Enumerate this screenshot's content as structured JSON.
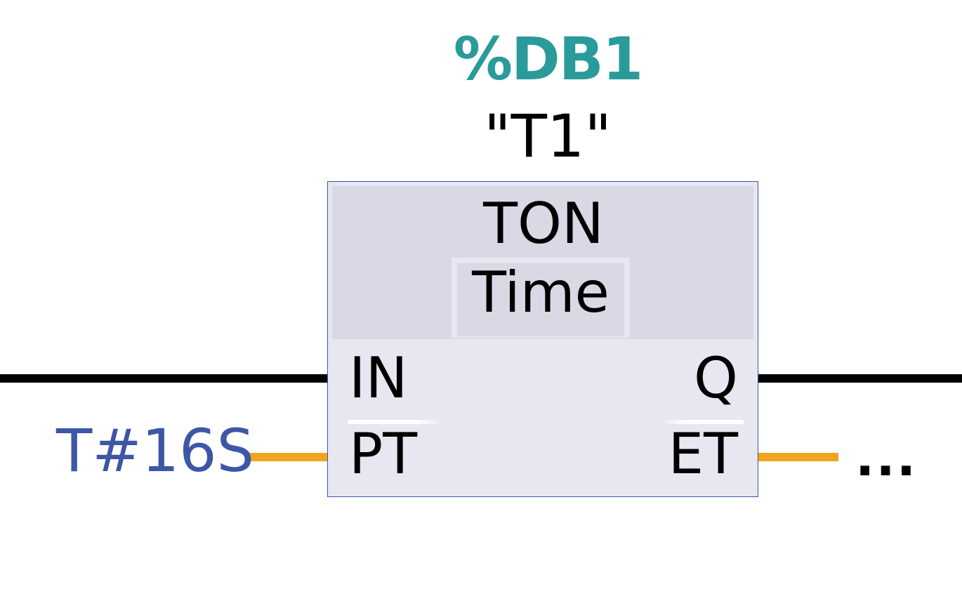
{
  "colors": {
    "operand_teal": "#2a9a9a",
    "literal_blue": "#3d56a6",
    "power_rail": "#000000",
    "data_wire": "#f0a51e",
    "block_border": "#3d56a6",
    "block_fill": "#e6e7f0",
    "block_header_fill": "#d8d9e5",
    "text": "#000000"
  },
  "instance": {
    "db_number": "%DB1",
    "name": "\"T1\""
  },
  "block": {
    "type": "TON",
    "variant": "Time",
    "inputs": [
      "IN",
      "PT"
    ],
    "outputs": [
      "Q",
      "ET"
    ]
  },
  "params": {
    "pt_value": "T#16S",
    "et_value": "..."
  }
}
